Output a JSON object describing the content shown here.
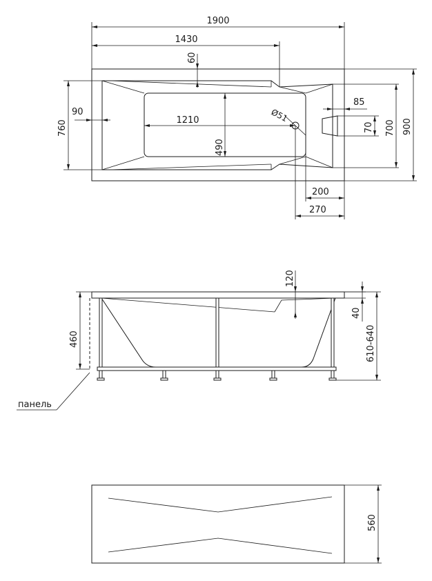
{
  "top_view": {
    "overall_length": "1900",
    "inner_length": "1430",
    "rim_depth": "60",
    "rim_side": "90",
    "bowl_length": "1210",
    "drain_diameter": "Ø51",
    "bowl_width": "490",
    "outer_width_left": "760",
    "headrest_offset": "85",
    "headrest_width": "70",
    "inner_width": "700",
    "outer_width": "900",
    "drain_offset_a": "200",
    "drain_offset_b": "270"
  },
  "side_view": {
    "rim_thickness": "120",
    "rim_step": "40",
    "panel_height": "460",
    "total_height": "610-640",
    "panel_label": "панель"
  },
  "panel_view": {
    "height": "560"
  }
}
